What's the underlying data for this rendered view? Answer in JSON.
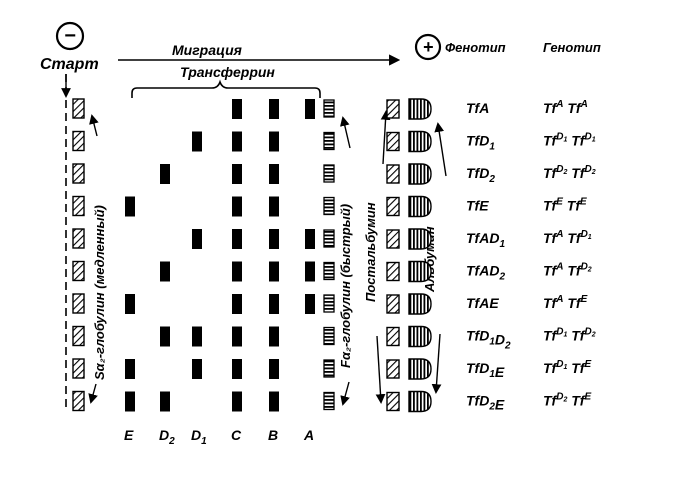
{
  "header": {
    "start_symbol": "−",
    "start_label": "Старт",
    "migration_label": "Миграция",
    "transferrin_label": "Трансферрин",
    "plus_symbol": "+",
    "phenotype_header": "Фенотип",
    "genotype_header": "Генотип"
  },
  "zone_labels": {
    "s_globulin": "Sα₂-глобулин (медленный)",
    "f_globulin": "Fα₂-глобулин (быстрый)",
    "postalbumin": "Постальбумин",
    "albumin": "Альбумин"
  },
  "columns": [
    "E",
    "D2",
    "D1",
    "C",
    "B",
    "A"
  ],
  "column_labels": [
    {
      "base": "E",
      "sub": ""
    },
    {
      "base": "D",
      "sub": "2"
    },
    {
      "base": "D",
      "sub": "1"
    },
    {
      "base": "C",
      "sub": ""
    },
    {
      "base": "B",
      "sub": ""
    },
    {
      "base": "A",
      "sub": ""
    }
  ],
  "rows": [
    {
      "phenotype": [
        [
          "Tf",
          ""
        ],
        [
          "A",
          ""
        ]
      ],
      "genotype": [
        [
          "Tf",
          ""
        ],
        [
          "A",
          "sup"
        ],
        [
          "Tf",
          ""
        ],
        [
          "A",
          "sup"
        ]
      ],
      "bands": [
        "C",
        "B",
        "A"
      ]
    },
    {
      "phenotype": [
        [
          "TfD",
          ""
        ],
        [
          "1",
          "sub"
        ]
      ],
      "genotype": [
        [
          "Tf",
          ""
        ],
        [
          "D1",
          "sup"
        ],
        [
          "Tf",
          ""
        ],
        [
          "D1",
          "sup"
        ]
      ],
      "bands": [
        "D1",
        "C",
        "B"
      ]
    },
    {
      "phenotype": [
        [
          "TfD",
          ""
        ],
        [
          "2",
          "sub"
        ]
      ],
      "genotype": [
        [
          "Tf",
          ""
        ],
        [
          "D2",
          "sup"
        ],
        [
          "Tf",
          ""
        ],
        [
          "D2",
          "sup"
        ]
      ],
      "bands": [
        "D2",
        "C",
        "B"
      ]
    },
    {
      "phenotype": [
        [
          "TfE",
          ""
        ]
      ],
      "genotype": [
        [
          "Tf",
          ""
        ],
        [
          "E",
          "sup"
        ],
        [
          "Tf",
          ""
        ],
        [
          "E",
          "sup"
        ]
      ],
      "bands": [
        "E",
        "C",
        "B"
      ]
    },
    {
      "phenotype": [
        [
          "TfAD",
          ""
        ],
        [
          "1",
          "sub"
        ]
      ],
      "genotype": [
        [
          "Tf",
          ""
        ],
        [
          "A",
          "sup"
        ],
        [
          "Tf",
          ""
        ],
        [
          "D1",
          "sup"
        ]
      ],
      "bands": [
        "D1",
        "C",
        "B",
        "A"
      ]
    },
    {
      "phenotype": [
        [
          "TfAD",
          ""
        ],
        [
          "2",
          "sub"
        ]
      ],
      "genotype": [
        [
          "Tf",
          ""
        ],
        [
          "A",
          "sup"
        ],
        [
          "Tf",
          ""
        ],
        [
          "D2",
          "sup"
        ]
      ],
      "bands": [
        "D2",
        "C",
        "B",
        "A"
      ]
    },
    {
      "phenotype": [
        [
          "TfAE",
          ""
        ]
      ],
      "genotype": [
        [
          "Tf",
          ""
        ],
        [
          "A",
          "sup"
        ],
        [
          "Tf",
          ""
        ],
        [
          "E",
          "sup"
        ]
      ],
      "bands": [
        "E",
        "C",
        "B",
        "A"
      ]
    },
    {
      "phenotype": [
        [
          "TfD",
          ""
        ],
        [
          "1",
          "sub"
        ],
        [
          "D",
          ""
        ],
        [
          "2",
          "sub"
        ]
      ],
      "genotype": [
        [
          "Tf",
          ""
        ],
        [
          "D1",
          "sup"
        ],
        [
          "Tf",
          ""
        ],
        [
          "D2",
          "sup"
        ]
      ],
      "bands": [
        "D2",
        "D1",
        "C",
        "B"
      ]
    },
    {
      "phenotype": [
        [
          "TfD",
          ""
        ],
        [
          "1",
          "sub"
        ],
        [
          "E",
          ""
        ]
      ],
      "genotype": [
        [
          "Tf",
          ""
        ],
        [
          "D1",
          "sup"
        ],
        [
          "Tf",
          ""
        ],
        [
          "E",
          "sup"
        ]
      ],
      "bands": [
        "E",
        "D1",
        "C",
        "B"
      ]
    },
    {
      "phenotype": [
        [
          "TfD",
          ""
        ],
        [
          "2",
          "sub"
        ],
        [
          "E",
          ""
        ]
      ],
      "genotype": [
        [
          "Tf",
          ""
        ],
        [
          "D2",
          "sup"
        ],
        [
          "Tf",
          ""
        ],
        [
          "E",
          "sup"
        ]
      ],
      "bands": [
        "E",
        "D2",
        "C",
        "B"
      ]
    }
  ],
  "colors": {
    "ink": "#000000",
    "background": "#ffffff"
  }
}
